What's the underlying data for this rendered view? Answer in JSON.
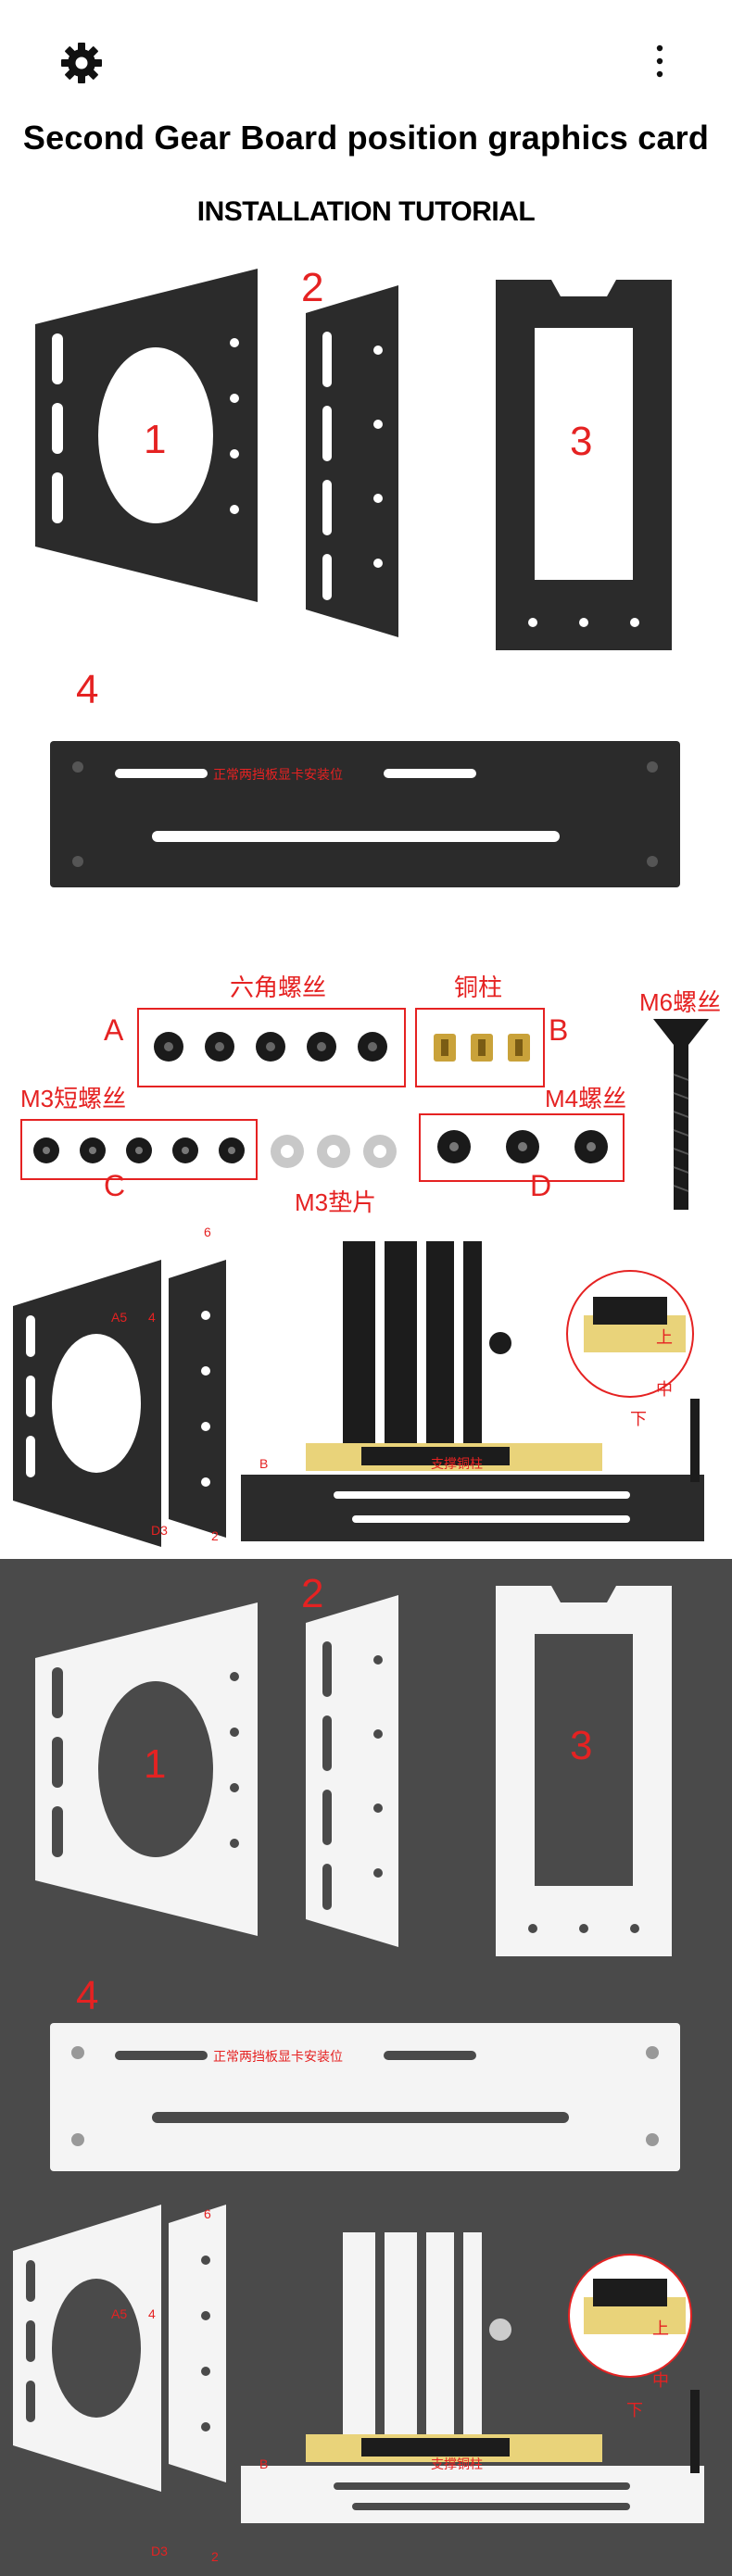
{
  "header": {
    "settings_icon": "gear-icon",
    "menu_icon": "more-vertical-icon",
    "title": "Second Gear Board position graphics card",
    "subtitle": "INSTALLATION TUTORIAL"
  },
  "parts_black": {
    "label_1": "1",
    "label_2": "2",
    "label_3": "3",
    "label_4": "4",
    "slot_note": "正常两挡板显卡安装位"
  },
  "hardware": {
    "hex_screws_label": "六角螺丝",
    "copper_pillar_label": "铜柱",
    "m6_screw_label": "M6螺丝",
    "m3_short_screw_label": "M3短螺丝",
    "m4_screw_label": "M4螺丝",
    "m3_washer_label": "M3垫片",
    "group_a": "A",
    "group_b": "B",
    "group_c": "C",
    "group_d": "D"
  },
  "assembly_black": {
    "label_a5": "A5",
    "label_4": "4",
    "label_6": "6",
    "label_d3": "D3",
    "label_2": "2",
    "label_b": "B",
    "label_up": "上",
    "label_mid": "中",
    "label_down": "下",
    "bracket_note": "支撑铜柱"
  },
  "parts_white": {
    "label_1": "1",
    "label_2": "2",
    "label_3": "3",
    "label_4": "4",
    "slot_note": "正常两挡板显卡安装位"
  },
  "assembly_white": {
    "label_a5": "A5",
    "label_4": "4",
    "label_6": "6",
    "label_d3": "D3",
    "label_2": "2",
    "label_b": "B",
    "label_up": "上",
    "label_mid": "中",
    "label_down": "下",
    "bracket_note": "支撑铜柱"
  },
  "colors": {
    "accent_red": "#e52222",
    "panel_black": "#2b2b2b",
    "dark_background": "#4a4a4a",
    "panel_white": "#f4f4f4"
  }
}
